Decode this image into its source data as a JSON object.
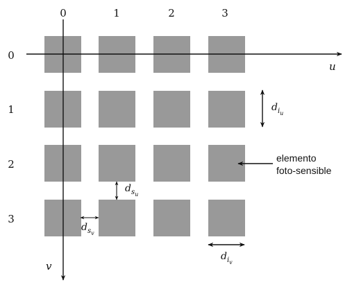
{
  "columns": [
    "0",
    "1",
    "2",
    "3"
  ],
  "rows": [
    "0",
    "1",
    "2",
    "3"
  ],
  "axes": {
    "horizontal_label": "u",
    "vertical_label": "v"
  },
  "dimensions": {
    "d_iu": {
      "base": "d",
      "sub": "i",
      "subsub": "u"
    },
    "d_iv": {
      "base": "d",
      "sub": "i",
      "subsub": "v"
    },
    "d_su": {
      "base": "d",
      "sub": "s",
      "subsub": "u"
    },
    "d_sv": {
      "base": "d",
      "sub": "s",
      "subsub": "v"
    }
  },
  "element_annotation": {
    "line1": "elemento",
    "line2": "foto-sensible"
  },
  "colors": {
    "pixel": "#999999",
    "ink": "#111111"
  }
}
